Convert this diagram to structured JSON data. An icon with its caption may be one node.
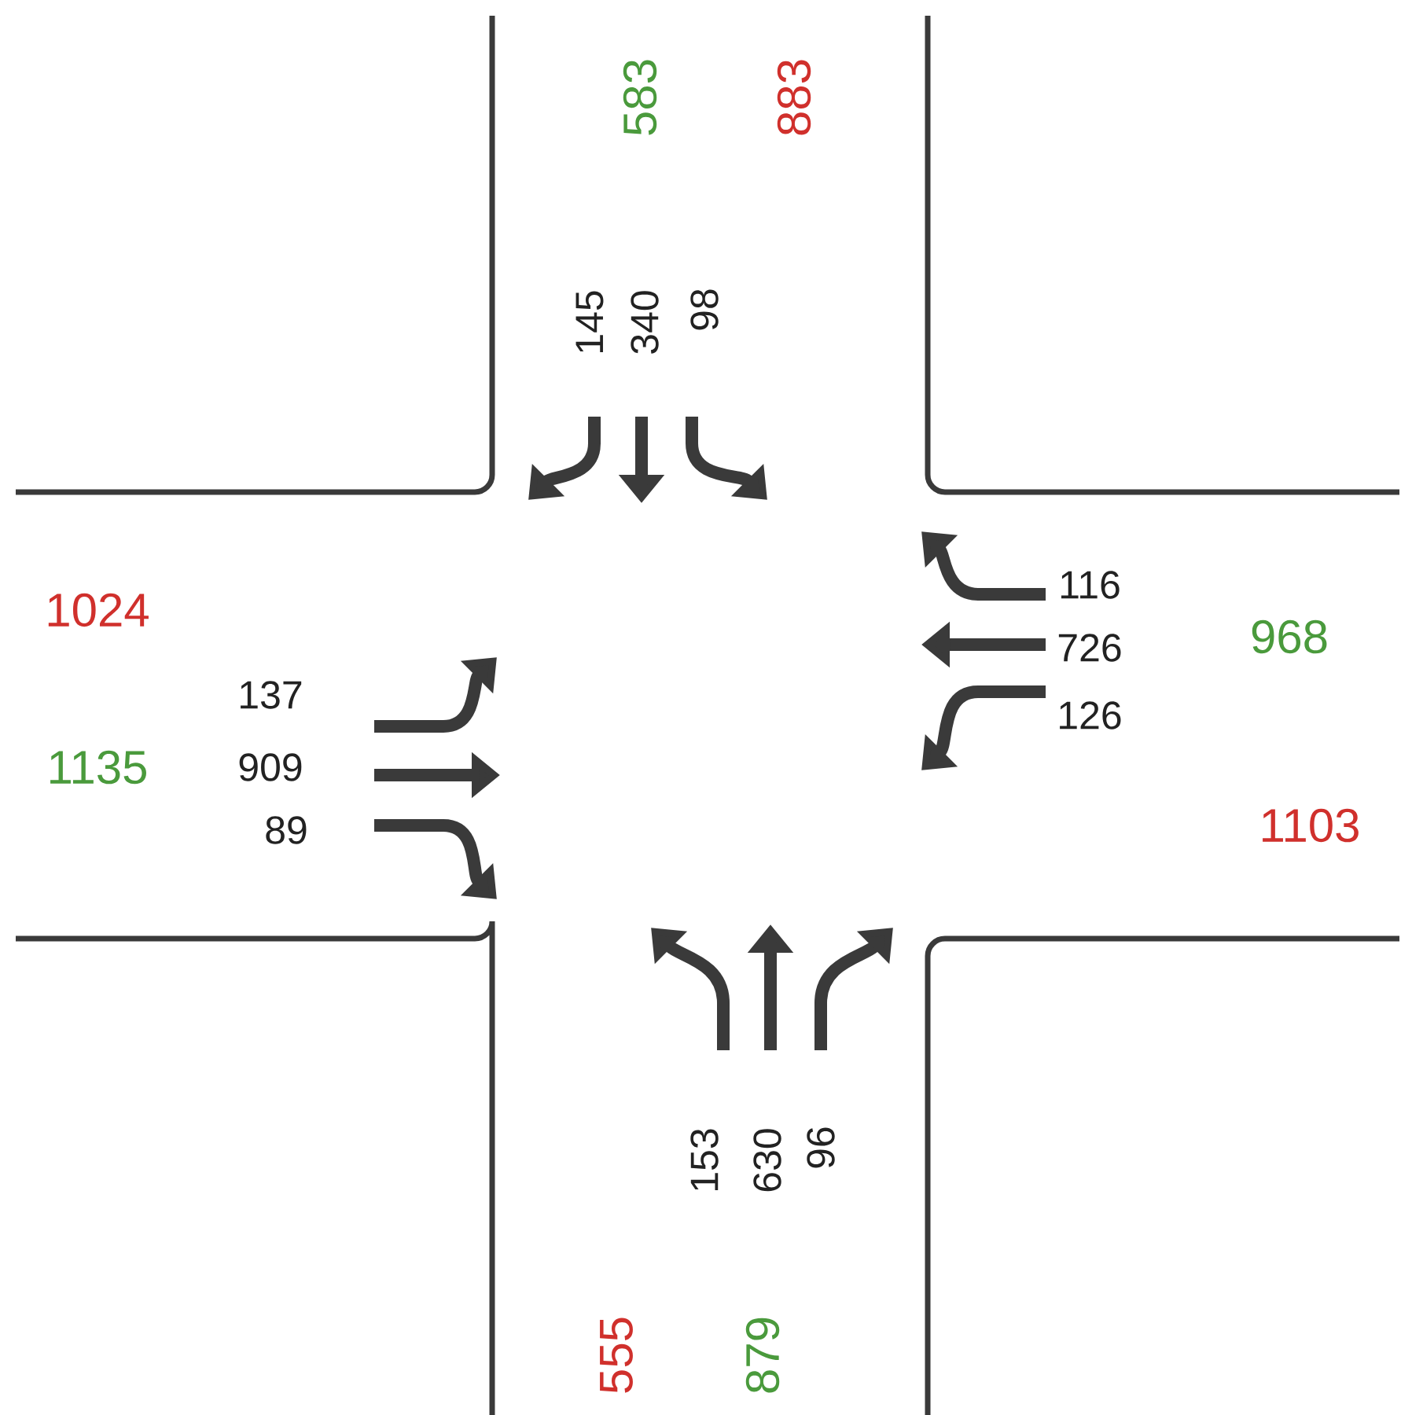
{
  "diagram": {
    "labels": [
      "583",
      "883",
      "145",
      "340",
      "98",
      "116",
      "1024",
      "726",
      "968",
      "137",
      "126",
      "1135",
      "909",
      "89",
      "1103",
      "153",
      "630",
      "96",
      "555",
      "879"
    ]
  }
}
